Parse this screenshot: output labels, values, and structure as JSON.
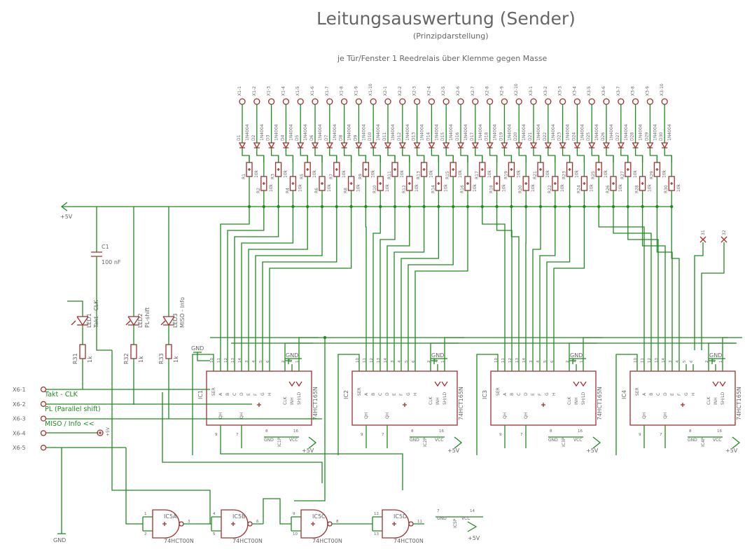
{
  "title": "Leitungsauswertung (Sender)",
  "subtitle": "(Prinzipdarstellung)",
  "note": "je Tür/Fenster 1 Reedrelais über Klemme gegen Masse",
  "supply": {
    "vcc": "+5V",
    "gnd": "GND"
  },
  "colors": {
    "wire": "#1f8a1f",
    "part": "#a23030",
    "text": "#666666"
  },
  "terminals": [
    "X1-1",
    "X1-2",
    "X1-3",
    "X1-4",
    "X1-5",
    "X1-6",
    "X1-7",
    "X1-8",
    "X1-9",
    "X1-10",
    "X2-1",
    "X2-2",
    "X2-3",
    "X2-4",
    "X2-5",
    "X2-6",
    "X2-7",
    "X2-8",
    "X2-9",
    "X2-10",
    "X3-1",
    "X3-2",
    "X3-3",
    "X3-4",
    "X3-5",
    "X3-6",
    "X3-7",
    "X3-8",
    "X3-9",
    "X3-10"
  ],
  "diodes": [
    "D1",
    "D2",
    "D3",
    "D4",
    "D5",
    "D6",
    "D7",
    "D8",
    "D9",
    "D10",
    "D11",
    "D12",
    "D13",
    "D14",
    "D15",
    "D16",
    "D17",
    "D18",
    "D19",
    "D20",
    "D21",
    "D22",
    "D23",
    "D24",
    "D25",
    "D26",
    "D27",
    "D28",
    "D29",
    "D30"
  ],
  "diode_type": "1N4004",
  "resistors": [
    "R1",
    "R2",
    "R3",
    "R4",
    "R5",
    "R6",
    "R7",
    "R8",
    "R9",
    "R10",
    "R11",
    "R12",
    "R13",
    "R14",
    "R15",
    "R16",
    "R17",
    "R18",
    "R19",
    "R20",
    "R21",
    "R22",
    "R23",
    "R24",
    "R25",
    "R26",
    "R27",
    "R28",
    "R29",
    "R30"
  ],
  "resistor_value": "10k",
  "extra_terminals": [
    "31",
    "32"
  ],
  "capacitor": {
    "name": "C1",
    "value": "100 nF"
  },
  "leds": [
    {
      "name": "LED1",
      "label": "Takt - CLK"
    },
    {
      "name": "LED2",
      "label": "PL-shift"
    },
    {
      "name": "LED3",
      "label": "MISO - Info"
    }
  ],
  "led_resistors": [
    {
      "name": "R31",
      "value": "1k"
    },
    {
      "name": "R32",
      "value": "1k"
    },
    {
      "name": "R33",
      "value": "1k"
    }
  ],
  "connector": {
    "pins": [
      "X6-1",
      "X6-2",
      "X6-3",
      "X6-4",
      "X6-5"
    ],
    "signals": [
      "Takt - CLK",
      "PL (Parallel shift)",
      "MISO / Info <<"
    ]
  },
  "shift_registers": {
    "names": [
      "IC1",
      "IC2",
      "IC3",
      "IC4"
    ],
    "type": "74HCT165N",
    "inputs": [
      "SER",
      "A",
      "B",
      "C",
      "D",
      "E",
      "F",
      "G",
      "H"
    ],
    "controls": [
      "CLK",
      "INH",
      "SH/LD"
    ],
    "outputs": [
      "QH",
      "QH"
    ],
    "top_pins": [
      "10",
      "11",
      "12",
      "13",
      "14",
      "3",
      "4",
      "5",
      "6",
      "2",
      "15",
      "1"
    ],
    "bottom_pins": [
      "9",
      "7"
    ],
    "power_pins": [
      "8",
      "16"
    ],
    "power_labels": [
      "GND",
      "VCC"
    ],
    "power_names": [
      "IC1P",
      "IC2P",
      "IC3P",
      "IC4P"
    ]
  },
  "nand_gates": {
    "names": [
      "IC5A",
      "IC5B",
      "IC5C",
      "IC5D"
    ],
    "type": "74HCT00N",
    "pins": [
      [
        "1",
        "2",
        "3"
      ],
      [
        "4",
        "5",
        "6"
      ],
      [
        "9",
        "10",
        "8"
      ],
      [
        "12",
        "13",
        "11"
      ]
    ],
    "power_name": "IC5P",
    "power_pins": [
      "7",
      "14"
    ]
  }
}
